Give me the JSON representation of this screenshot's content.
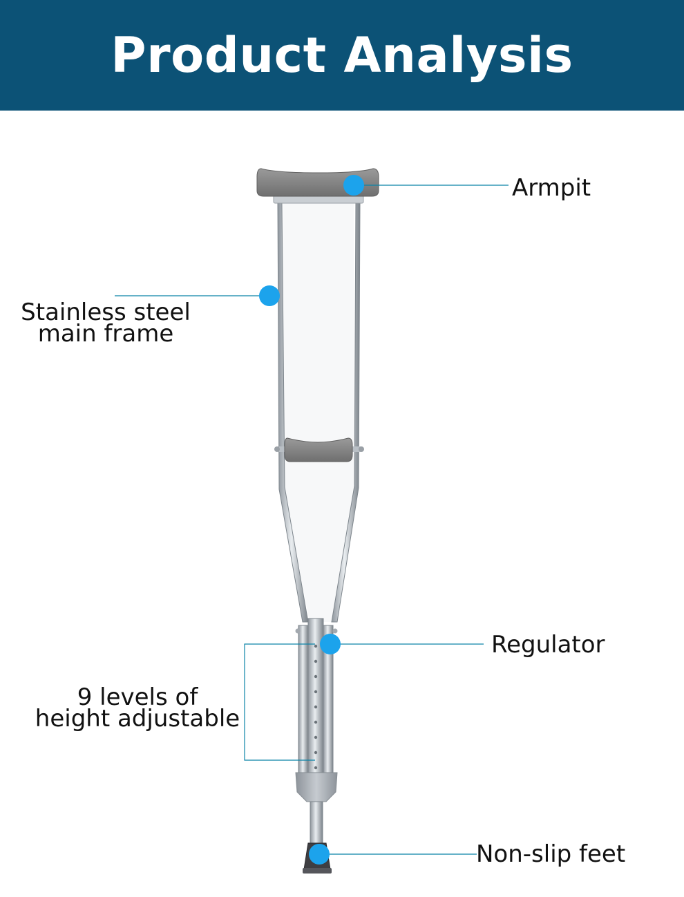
{
  "header": {
    "title": "Product Analysis"
  },
  "colors": {
    "banner": "#0c5276",
    "marker": "#1ca3ec",
    "leader_line": "#0a84a8"
  },
  "callouts": [
    {
      "id": "armpit",
      "label": "Armpit"
    },
    {
      "id": "main-frame",
      "lines": [
        "Stainless steel",
        "main frame"
      ]
    },
    {
      "id": "regulator",
      "label": "Regulator"
    },
    {
      "id": "height",
      "lines": [
        "9 levels of",
        "height adjustable"
      ]
    },
    {
      "id": "feet",
      "label": "Non-slip feet"
    }
  ]
}
